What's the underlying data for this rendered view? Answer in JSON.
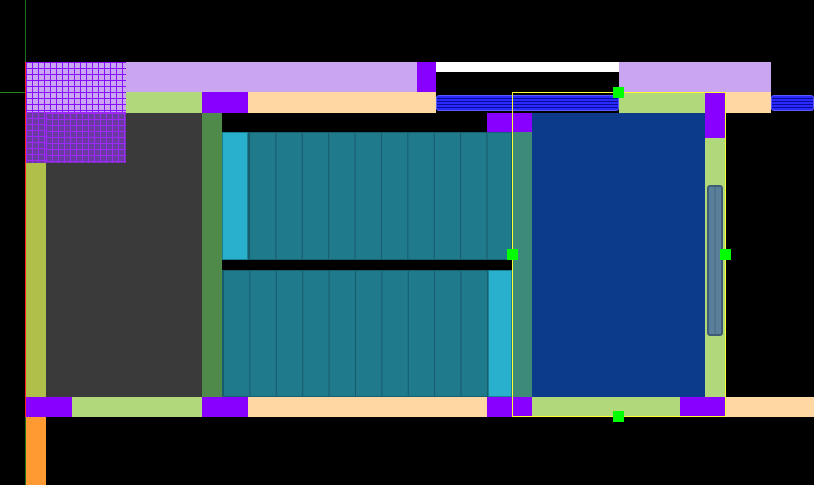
{
  "editor": {
    "canvas_background": "#000000",
    "tool": "select",
    "colors": {
      "wall_light_purple": "#cba6f0",
      "wall_violet": "#8800ff",
      "wall_peach": "#ffd7a3",
      "wall_green": "#b1d87a",
      "wall_olive": "#b0be4a",
      "floor_dark": "#3a3a3a",
      "stair_teal": "#1f7a8c",
      "stair_cyan": "#29b0cc",
      "room_blue": "#0c3b8c",
      "selection_outline": "#ffff33",
      "selection_handle": "#00ff00",
      "door_orange": "#ff9a33",
      "guide_green": "#1f8a1f",
      "guide_red": "#ff2020"
    },
    "icons": [
      "selection-handle",
      "sofa",
      "blue-bar"
    ],
    "selected_object": "blue-room"
  }
}
